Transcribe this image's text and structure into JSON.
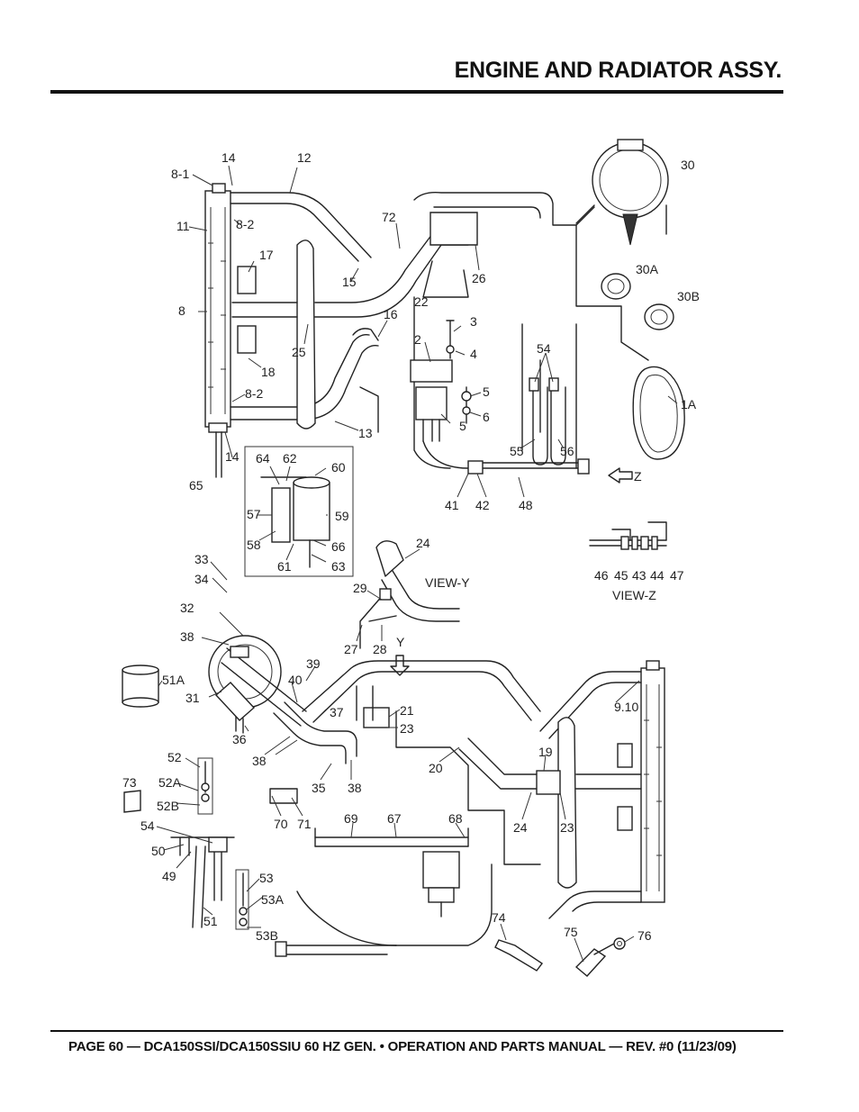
{
  "header": {
    "title": "ENGINE AND RADIATOR ASSY."
  },
  "footer": {
    "text": "PAGE 60 — DCA150SSI/DCA150SSIU 60 HZ GEN. • OPERATION AND PARTS MANUAL — REV. #0 (11/23/09)"
  },
  "diagram": {
    "labels": {
      "l8_1": "8-1",
      "l14a": "14",
      "l12": "12",
      "l11": "11",
      "l8_2a": "8-2",
      "l72": "72",
      "l17": "17",
      "l15": "15",
      "l26": "26",
      "l22": "22",
      "l30": "30",
      "l30A": "30A",
      "l30B": "30B",
      "l8": "8",
      "l16": "16",
      "l3": "3",
      "l2": "2",
      "l4": "4",
      "l25": "25",
      "l18": "18",
      "l8_2b": "8-2",
      "l5a": "5",
      "l6": "6",
      "l5b": "5",
      "l13": "13",
      "l54a": "54",
      "l1A": "1A",
      "l55": "55",
      "l56": "56",
      "l14b": "14",
      "l64": "64",
      "l62": "62",
      "l60": "60",
      "l65": "65",
      "l57": "57",
      "l59": "59",
      "l58": "58",
      "l66": "66",
      "l61": "61",
      "l63": "63",
      "l41": "41",
      "l42": "42",
      "l48": "48",
      "lZ": "Z",
      "l33": "33",
      "l24a": "24",
      "l34": "34",
      "lViewY": "VIEW-Y",
      "l46": "46",
      "l45": "45",
      "l43": "43",
      "l44": "44",
      "l47": "47",
      "lViewZ": "VIEW-Z",
      "l29": "29",
      "l32": "32",
      "l38a": "38",
      "l27": "27",
      "l28": "28",
      "lY": "Y",
      "l39": "39",
      "l40": "40",
      "l51A": "51A",
      "l31": "31",
      "l37": "37",
      "l21": "21",
      "l23a": "23",
      "l9_10": "9.10",
      "l36": "36",
      "l38b": "38",
      "l52": "52",
      "l19": "19",
      "l20": "20",
      "l35": "35",
      "l38c": "38",
      "l73": "73",
      "l52A": "52A",
      "l52B": "52B",
      "l70": "70",
      "l71": "71",
      "l69": "69",
      "l67": "67",
      "l68": "68",
      "l24b": "24",
      "l23b": "23",
      "l54b": "54",
      "l50": "50",
      "l49": "49",
      "l53": "53",
      "l53A": "53A",
      "l51": "51",
      "l53B": "53B",
      "l74": "74",
      "l75": "75",
      "l76": "76"
    }
  }
}
